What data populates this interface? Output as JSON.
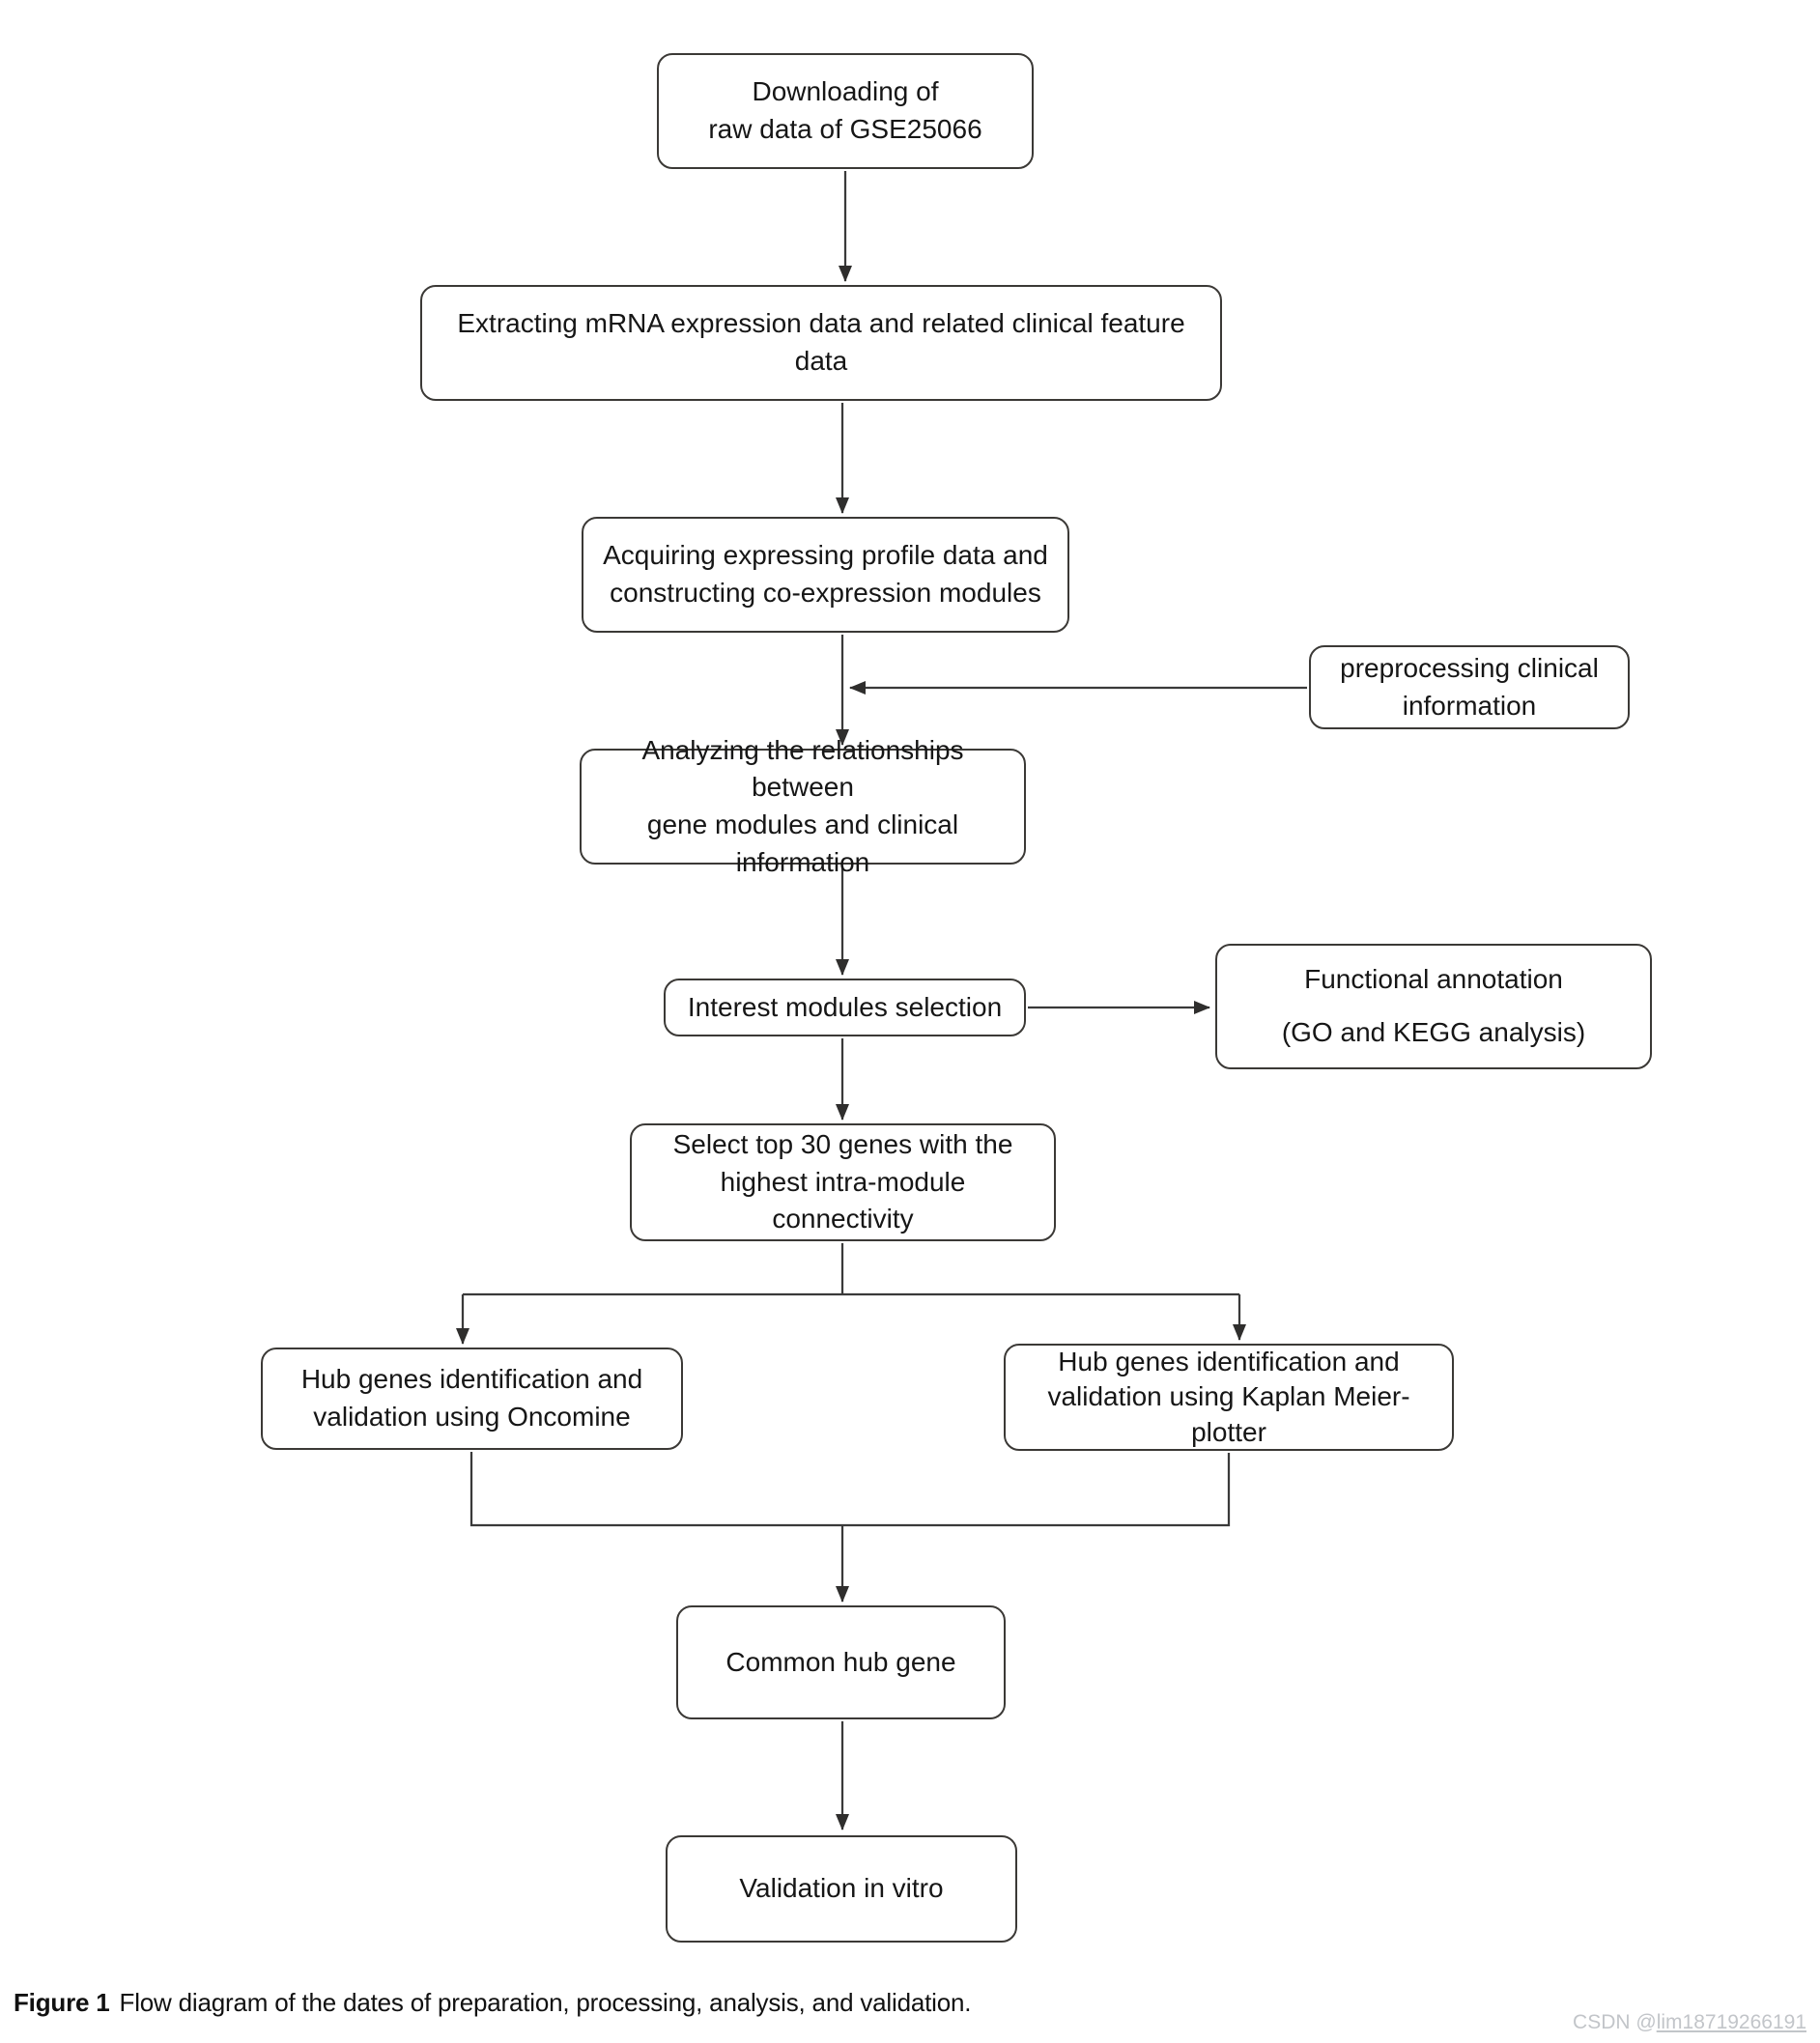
{
  "figure": {
    "caption_label": "Figure 1",
    "caption_text": "Flow diagram of the dates of preparation, processing, analysis, and validation."
  },
  "watermark": {
    "prefix": "CSDN @",
    "user": "lim18719266191"
  },
  "colors": {
    "line": "#3a3a3a",
    "box_border": "#3b3936",
    "text": "#161616",
    "box_bg": "#ffffff",
    "watermark": "#c2c5c9"
  },
  "nodes": {
    "download": {
      "label": "Downloading of\nraw data of GSE25066"
    },
    "extract": {
      "label": "Extracting mRNA expression data and related clinical feature\ndata"
    },
    "acquire": {
      "label": "Acquiring expressing profile data and\nconstructing co-expression modules"
    },
    "preprocess": {
      "label": "preprocessing clinical\ninformation"
    },
    "analyze": {
      "label": "Analyzing the relationships between\ngene modules and clinical information"
    },
    "interest": {
      "label": "Interest modules selection"
    },
    "functional": {
      "line1": "Functional annotation",
      "line2": "(GO and KEGG analysis)"
    },
    "select_top30": {
      "label": "Select top 30 genes with the\nhighest intra-module\nconnectivity"
    },
    "hub_oncomine": {
      "label": "Hub genes identification and\nvalidation using Oncomine"
    },
    "hub_km": {
      "label": "Hub genes identification and\nvalidation using Kaplan Meier-\nplotter"
    },
    "common_hub": {
      "label": "Common hub gene"
    },
    "validation_vitro": {
      "label": "Validation in vitro"
    }
  },
  "edges": [
    {
      "from": "download",
      "to": "extract"
    },
    {
      "from": "extract",
      "to": "acquire"
    },
    {
      "from": "acquire",
      "to": "analyze"
    },
    {
      "from": "preprocess",
      "to": "acquire-analyze-connector"
    },
    {
      "from": "analyze",
      "to": "interest"
    },
    {
      "from": "interest",
      "to": "functional"
    },
    {
      "from": "interest",
      "to": "select_top30"
    },
    {
      "from": "select_top30",
      "to": "hub_oncomine"
    },
    {
      "from": "select_top30",
      "to": "hub_km"
    },
    {
      "from": "hub_oncomine",
      "to": "common_hub"
    },
    {
      "from": "hub_km",
      "to": "common_hub"
    },
    {
      "from": "common_hub",
      "to": "validation_vitro"
    }
  ]
}
